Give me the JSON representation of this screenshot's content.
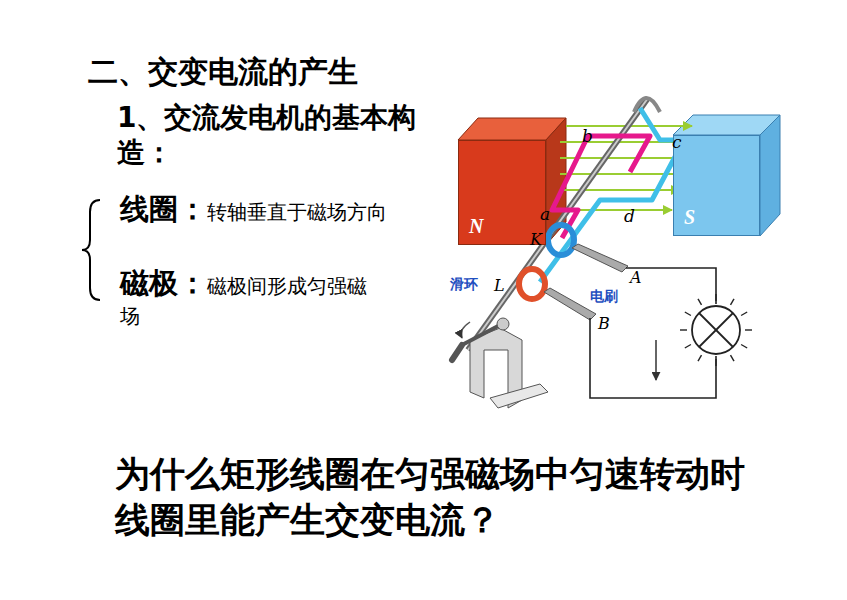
{
  "diagram": {
    "title": "二、交变电流的产生",
    "caption": "为什么矩形线圈在匀强磁场中匀速转动时线圈里能产生交变电流？",
    "nodes": [
      {
        "text": [
          "N"
        ]
      },
      {
        "text": [
          "S"
        ]
      }
    ],
    "labels": [
      "1、交流发电机的基本构造：",
      "线圈：",
      "转轴垂直于磁场方向",
      "磁极：",
      "磁极间形成匀强磁场",
      "b",
      "c",
      "a",
      "d",
      "K",
      "滑环",
      "L",
      "A",
      "电刷",
      "B"
    ]
  }
}
